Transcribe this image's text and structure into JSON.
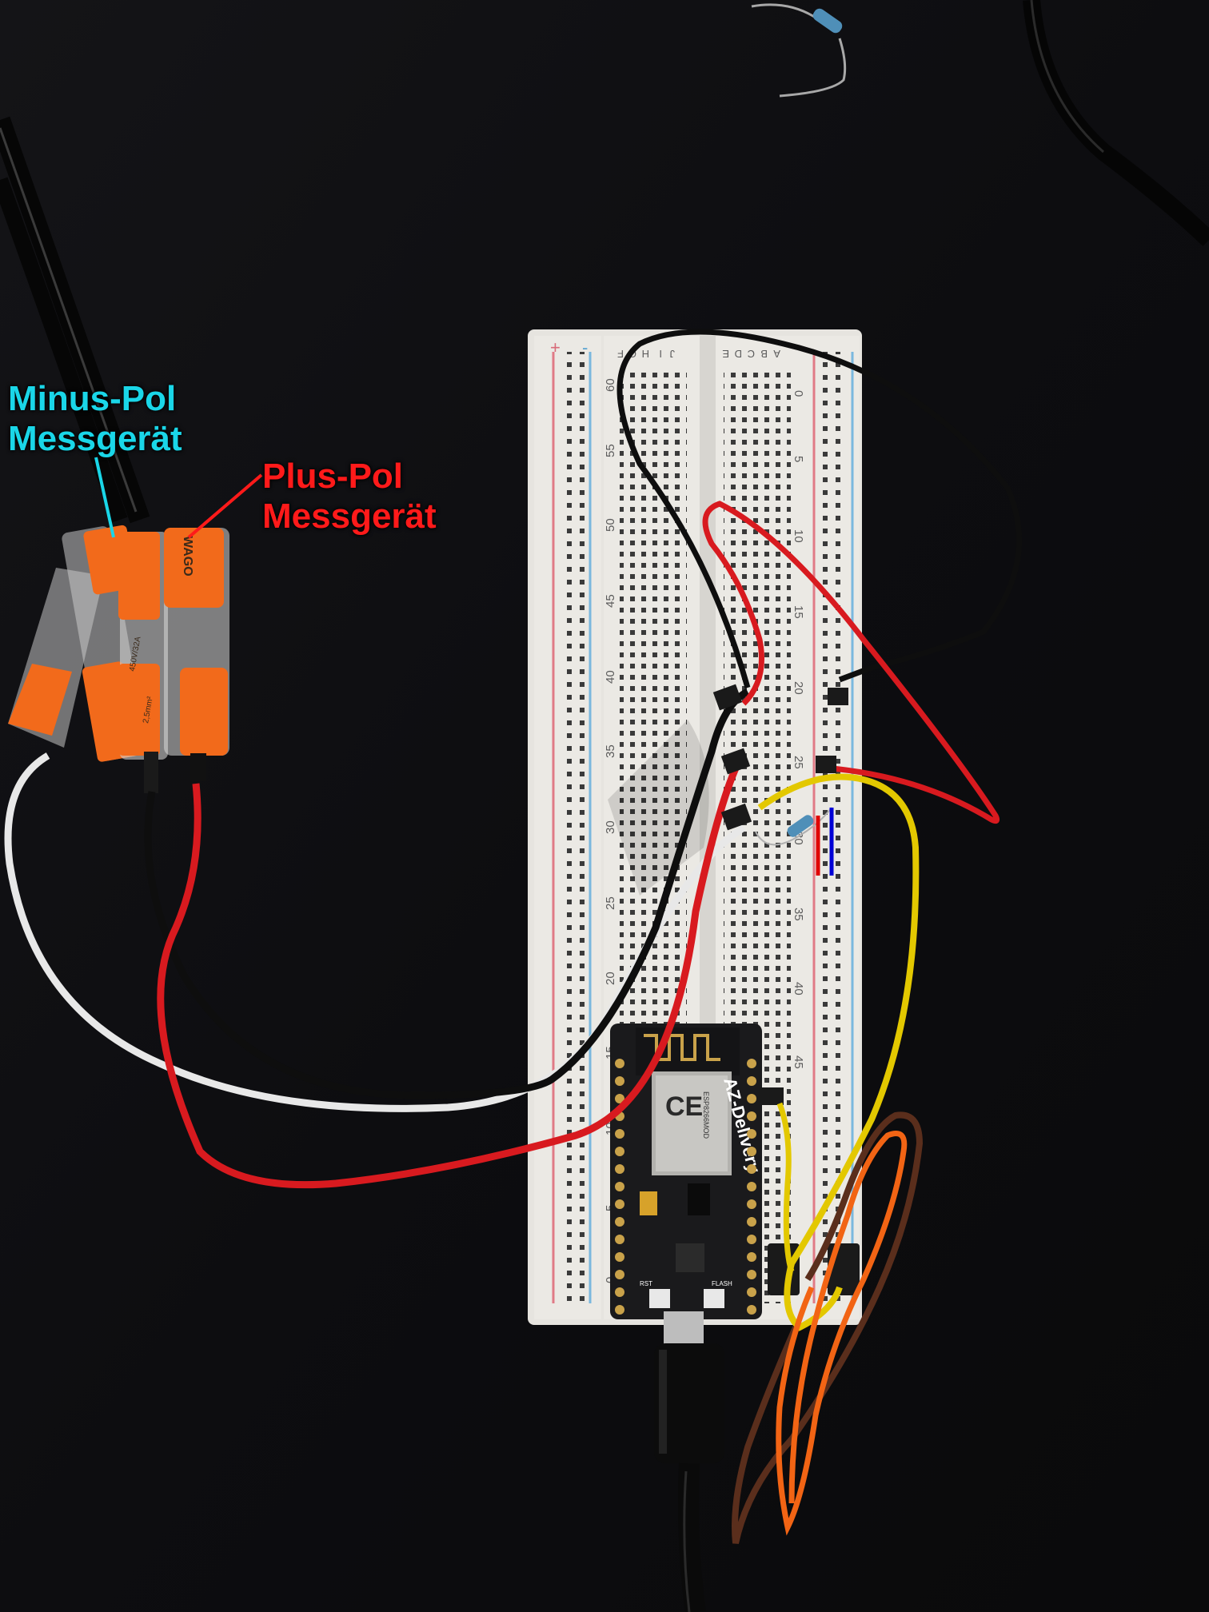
{
  "annotations": {
    "minus_pole": {
      "line1": "Minus-Pol",
      "line2": "Messgerät",
      "color": "#1ad6e8"
    },
    "plus_pole": {
      "line1": "Plus-Pol",
      "line2": "Messgerät",
      "color": "#ff1a1a"
    }
  },
  "breadboard": {
    "column_letters": [
      "F",
      "G",
      "H",
      "I",
      "J",
      "E",
      "D",
      "C",
      "B",
      "A"
    ],
    "row_numbers_left": [
      "60",
      "55",
      "50",
      "45",
      "40",
      "35",
      "30",
      "25",
      "20",
      "15",
      "10",
      "5",
      "0"
    ],
    "row_numbers_right": [
      "0",
      "5",
      "10",
      "15",
      "20",
      "25",
      "30",
      "35",
      "40",
      "45"
    ],
    "rail_plus": "+",
    "rail_minus": "-"
  },
  "board": {
    "brand": "AZ-Delivery",
    "module": "ESP8266MOD",
    "ce_mark": "CE",
    "rst_label": "RST",
    "flash_label": "FLASH"
  },
  "connector": {
    "brand": "WAGO",
    "ratings": [
      "450V/32A",
      "2,5mm²"
    ]
  },
  "colors": {
    "minus_annotation": "#1ad6e8",
    "plus_annotation": "#ff1a1a",
    "wire_red": "#d81a1f",
    "wire_black": "#0e0e0e",
    "wire_white": "#e8e8e8",
    "wire_yellow": "#e3c800",
    "wire_orange": "#f26414",
    "wire_brown": "#5a2e1c",
    "wago_orange": "#f26a1b",
    "breadboard": "#ebe9e4",
    "esp_pcb": "#1a1a1c"
  }
}
